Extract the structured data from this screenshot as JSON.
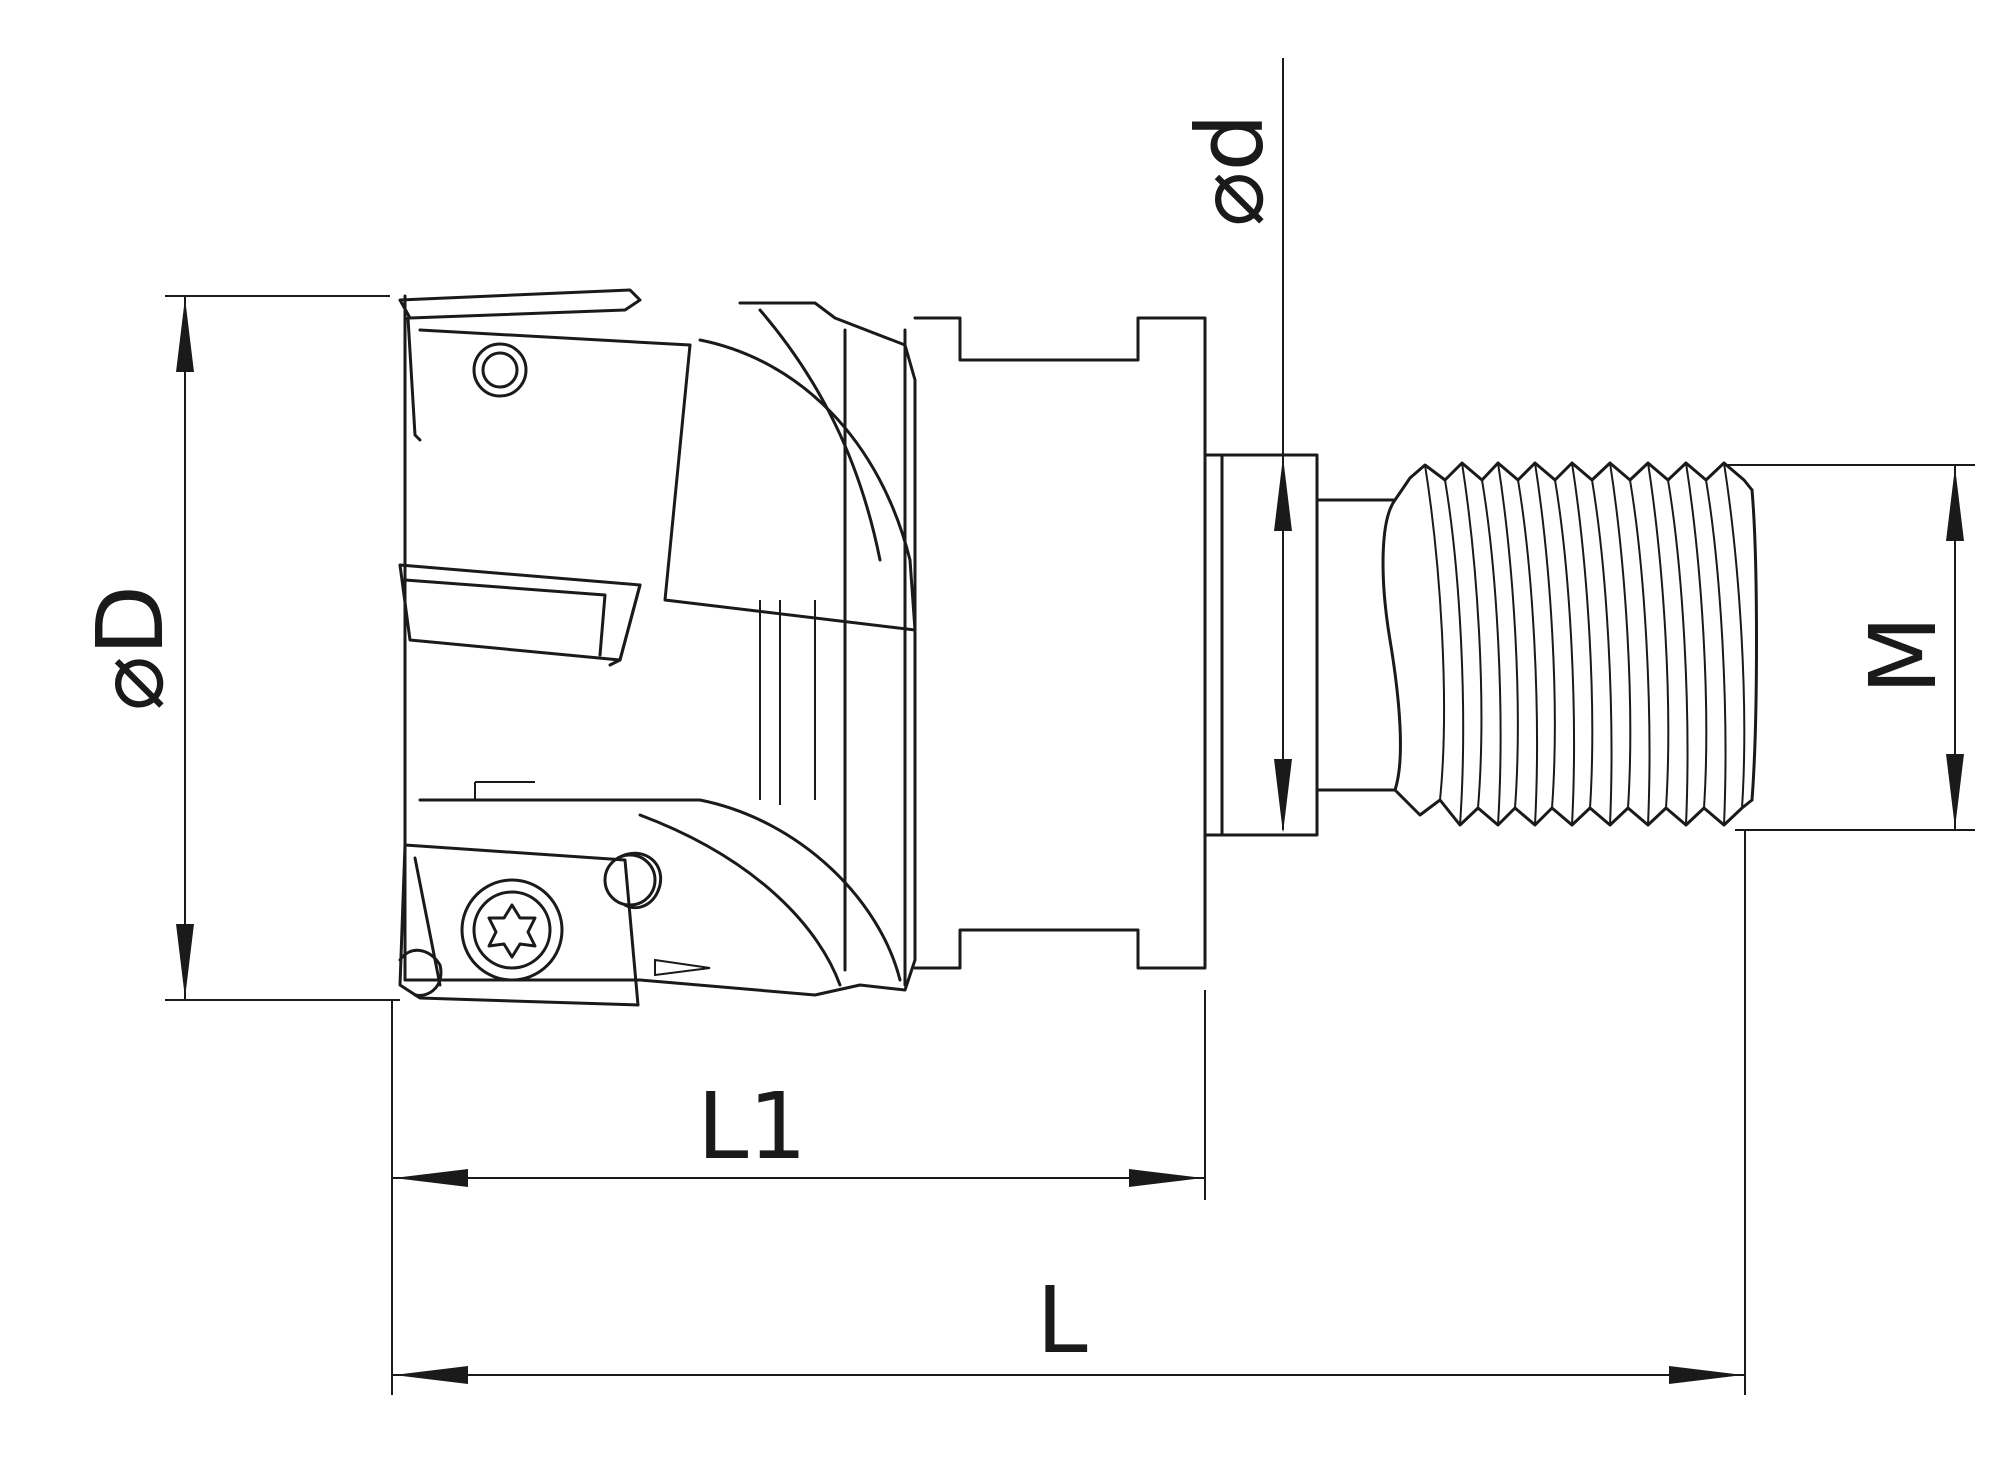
{
  "dimensions": {
    "outer_diameter": "⌀D",
    "shank_diameter": "⌀d",
    "thread": "M",
    "cutting_length": "L1",
    "overall_length": "L"
  }
}
